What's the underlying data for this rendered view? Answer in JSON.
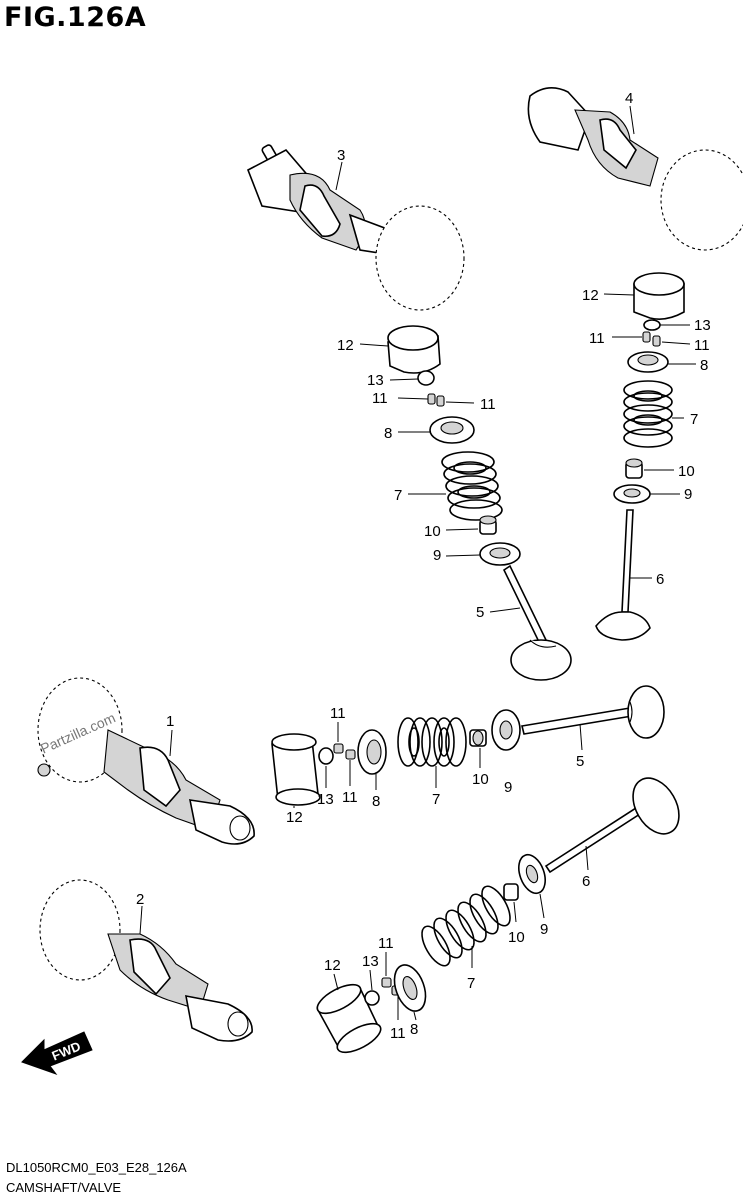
{
  "figure": {
    "title": "FIG.126A",
    "code": "DL1050RCM0_E03_E28_126A",
    "name": "CAMSHAFT/VALVE",
    "watermark": "Partzilla.com"
  },
  "fwd_label": "FWD",
  "callouts": {
    "n1": "1",
    "n2": "2",
    "n3": "3",
    "n4": "4",
    "n5": "5",
    "n6": "6",
    "n7": "7",
    "n8": "8",
    "n9": "9",
    "n10": "10",
    "n11": "11",
    "n12": "12",
    "n13": "13"
  }
}
